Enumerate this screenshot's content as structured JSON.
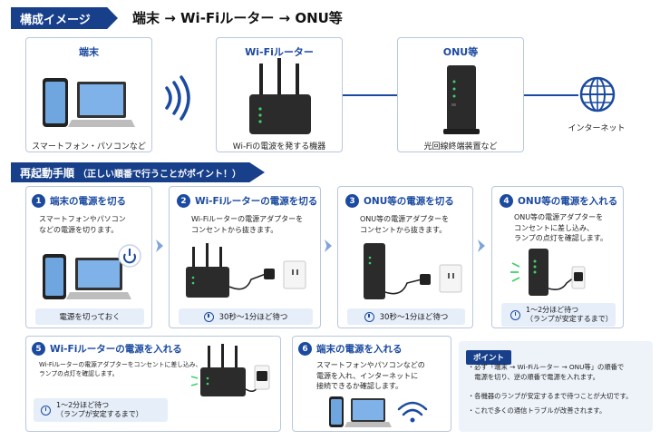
{
  "header": {
    "tag": "構成イメージ",
    "title": "端末 → Wi-Fiルーター → ONU等"
  },
  "config": {
    "terminal": {
      "title": "端末",
      "caption": "スマートフォン・パソコンなど"
    },
    "router": {
      "title": "Wi-Fiルーター",
      "caption": "Wi-Fiの電波を発する機器"
    },
    "onu": {
      "title": "ONU等",
      "caption": "光回線終端装置など"
    },
    "internet": {
      "caption": "インターネット"
    }
  },
  "restart": {
    "tag": "再起動手順",
    "tag_note": "（正しい順番で行うことがポイント！）"
  },
  "steps": [
    {
      "num": "1",
      "title": "端末の電源を切る",
      "text": "スマートフォンやパソコン\nなどの電源を切ります。",
      "pill": "電源を切っておく"
    },
    {
      "num": "2",
      "title": "Wi-Fiルーターの電源を切る",
      "text": "Wi-Fiルーターの電源アダプターを\nコンセントから抜きます。",
      "pill": "30秒～1分ほど待つ"
    },
    {
      "num": "3",
      "title": "ONU等の電源を切る",
      "text": "ONU等の電源アダプターを\nコンセントから抜きます。",
      "pill": "30秒～1分ほど待つ"
    },
    {
      "num": "4",
      "title": "ONU等の電源を入れる",
      "text": "ONU等の電源アダプターを\nコンセントに差し込み、\nランプの点灯を確認します。",
      "pill": "1～2分ほど待つ\n（ランプが安定するまで）"
    },
    {
      "num": "5",
      "title": "Wi-Fiルーターの電源を入れる",
      "text": "Wi-Fiルーターの電源アダプターをコンセントに差し込み、\nランプの点灯を確認します。",
      "pill": "1～2分ほど待つ\n（ランプが安定するまで）"
    },
    {
      "num": "6",
      "title": "端末の電源を入れる",
      "text": "スマートフォンやパソコンなどの\n電源を入れ、インターネットに\n接続できるか確認します。"
    }
  ],
  "point": {
    "tag": "ポイント",
    "items": [
      "・必ず「端末 → Wi-Fiルーター → ONU等」の順番で\n　電源を切り、逆の順番で電源を入れます。",
      "・各機器のランプが安定するまで待つことが大切です。",
      "・これで多くの通信トラブルが改善されます。"
    ]
  }
}
